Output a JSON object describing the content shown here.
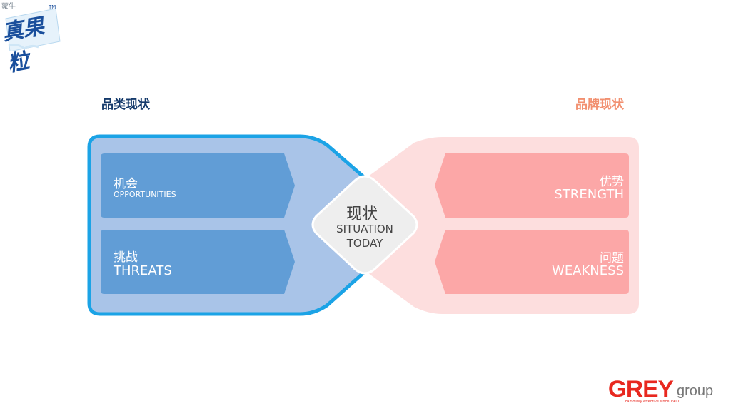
{
  "brand": {
    "badge": "蒙牛",
    "name": "真果粒",
    "tm": "TM"
  },
  "headings": {
    "left": "品类现状",
    "right": "品牌现状"
  },
  "center": {
    "cn": "现状",
    "en_line1": "SITUATION",
    "en_line2": "TODAY"
  },
  "left_cards": [
    {
      "cn": "机会",
      "en": "OPPORTUNITIES"
    },
    {
      "cn": "挑战",
      "en": "THREATS"
    }
  ],
  "right_cards": [
    {
      "cn": "优势",
      "en": "STRENGTH"
    },
    {
      "cn": "问题",
      "en": "WEAKNESS"
    }
  ],
  "colors": {
    "left_panel_fill": "#a9c4e8",
    "left_panel_border": "#1ba3e6",
    "left_card": "#619dd6",
    "right_panel_fill": "#fddede",
    "right_card": "#fca7a7",
    "center_fill": "#eeeeee",
    "left_heading": "#153a6b",
    "right_heading": "#f29070",
    "grey_logo": "#e8281f"
  },
  "footer_logo": {
    "word": "GREY",
    "group": "group",
    "tagline": "Famously effective since 1917"
  }
}
